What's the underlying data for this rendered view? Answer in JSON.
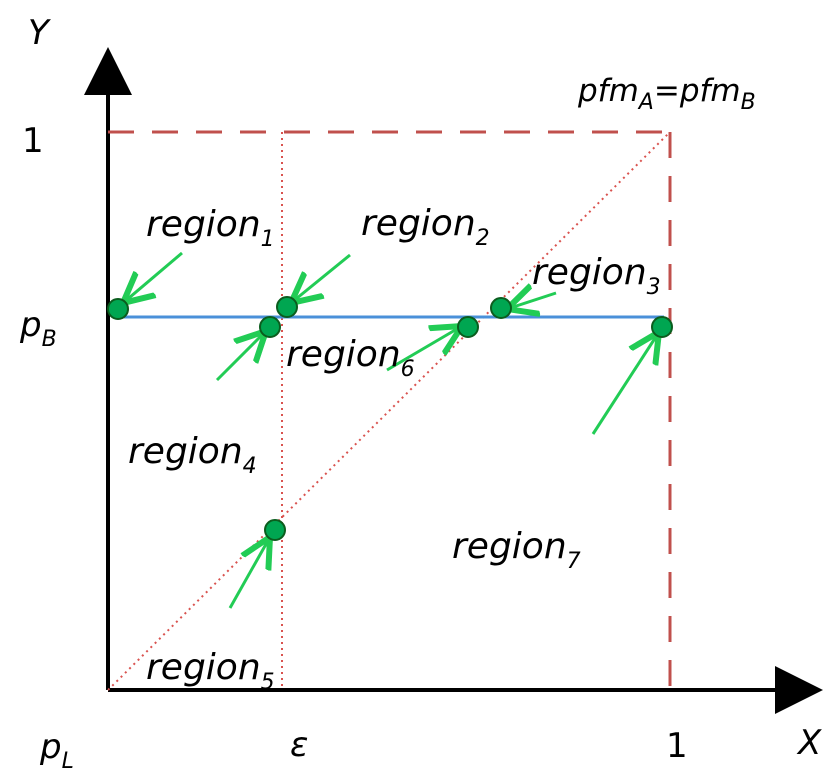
{
  "axes": {
    "x_label": "X",
    "y_label": "Y",
    "x_ticks": {
      "origin": "p",
      "origin_sub": "L",
      "epsilon": "ε",
      "one": "1"
    },
    "y_ticks": {
      "one": "1",
      "pb": "p",
      "pb_sub": "B"
    }
  },
  "formula": {
    "left": "pfm",
    "left_sub": "A",
    "equals": "=pfm",
    "right_sub": "B"
  },
  "regions": [
    {
      "name": "region",
      "sub": "1"
    },
    {
      "name": "region",
      "sub": "2"
    },
    {
      "name": "region",
      "sub": "3"
    },
    {
      "name": "region",
      "sub": "4"
    },
    {
      "name": "region",
      "sub": "5"
    },
    {
      "name": "region",
      "sub": "6"
    },
    {
      "name": "region",
      "sub": "7"
    }
  ],
  "colors": {
    "axis": "#000000",
    "dashed_bounds": "#c0504d",
    "dotted_lines": "#d9534f",
    "pb_line": "#4a90d9",
    "points_fill": "#00a651",
    "points_stroke": "#0b5d1e",
    "arrows": "#22cc55"
  }
}
